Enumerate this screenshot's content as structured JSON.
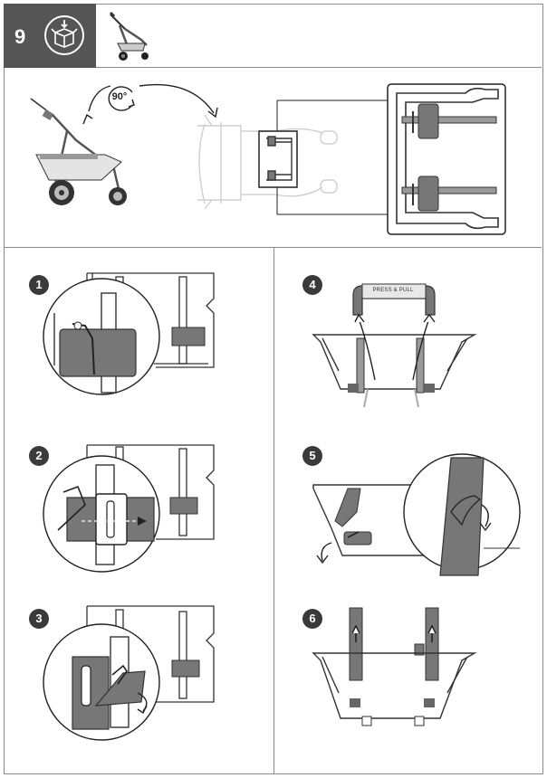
{
  "header": {
    "step_number": "9",
    "box_icon": "package-open-icon"
  },
  "overview": {
    "rotation_label": "90°",
    "rotation_icon": "rotate-arrow-icon"
  },
  "steps": [
    {
      "number": "1"
    },
    {
      "number": "2"
    },
    {
      "number": "3"
    },
    {
      "number": "4",
      "strap_label": "PRESS & PULL"
    },
    {
      "number": "5"
    },
    {
      "number": "6"
    }
  ],
  "colors": {
    "header_bg": "#555555",
    "part_fill": "#777777",
    "line": "#333333",
    "frame": "#8a8a8a"
  }
}
